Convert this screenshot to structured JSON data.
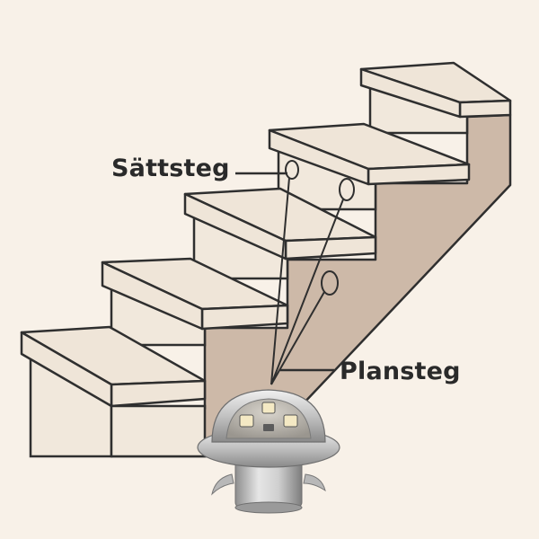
{
  "labels": {
    "riser": "Sättsteg",
    "tread": "Plansteg"
  },
  "colors": {
    "background": "#f8f1e8",
    "stair_face": "#f1e8dc",
    "stair_top": "#efe5d8",
    "stringer": "#cdb9a8",
    "outline": "#2f2f2f",
    "fixture_metal": "#c9c9c9"
  },
  "icons": {
    "fixture": "recessed-step-light-icon",
    "mount_marker": "mount-position-circle"
  }
}
